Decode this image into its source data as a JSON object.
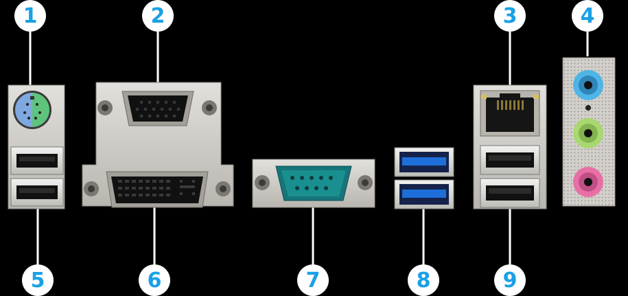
{
  "labels": {
    "l1": "1",
    "l2": "2",
    "l3": "3",
    "l4": "4",
    "l5": "5",
    "l6": "6",
    "l7": "7",
    "l8": "8",
    "l9": "9"
  },
  "colors": {
    "badge_bg": "#ffffff",
    "badge_text": "#1aa0e6",
    "leader_line": "#ffffff",
    "ps2_mouse": "#7fa7e0",
    "ps2_keyboard": "#5ec47b",
    "serial_port": "#1a8f8f",
    "usb3_tongue": "#1e6fd9",
    "audio_line_in": "#4fb4e6",
    "audio_line_out": "#a8d870",
    "audio_mic": "#e86fa6",
    "metal": "#c9c7c2"
  },
  "icons": {
    "ps2": "ps2-port-icon",
    "vga": "vga-port-icon",
    "dvi": "dvi-port-icon",
    "serial": "serial-port-icon",
    "usb3": "usb3-port-icon",
    "usb2": "usb2-port-icon",
    "lan": "lan-port-icon",
    "audio": "audio-jack-icon"
  }
}
